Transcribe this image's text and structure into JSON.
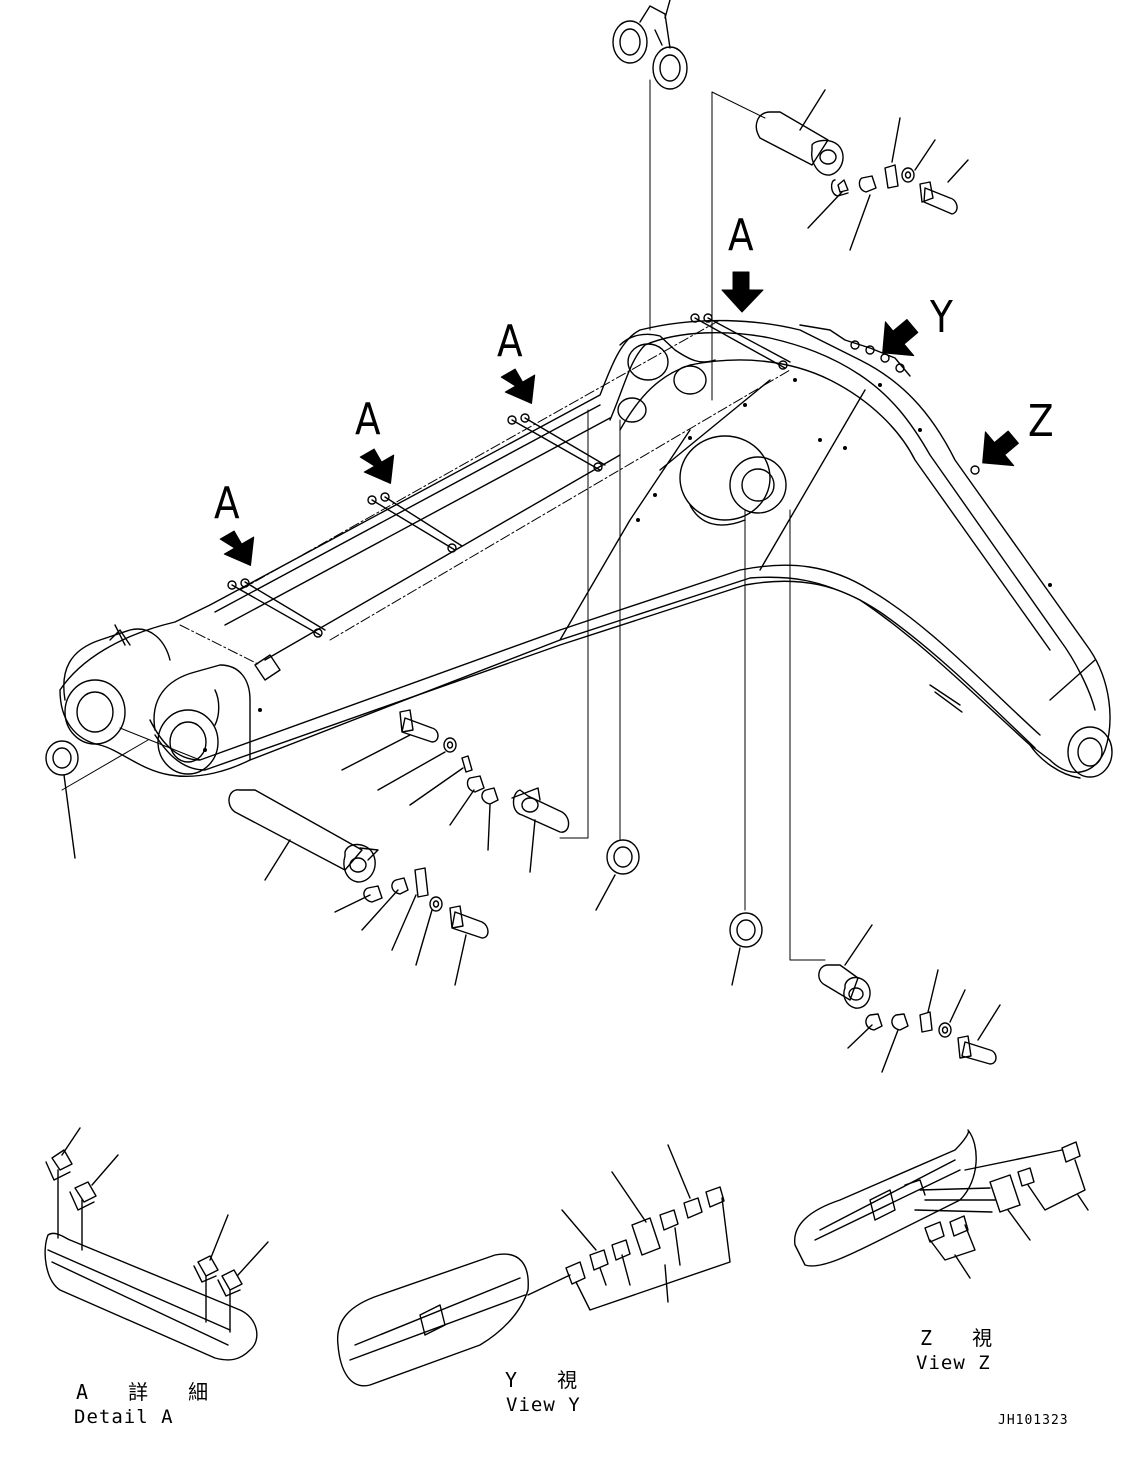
{
  "callouts": {
    "a1": "A",
    "a2": "A",
    "a3": "A",
    "a4": "A",
    "y": "Y",
    "z": "Z"
  },
  "captions": {
    "detail_a_jp": "A 詳 細",
    "detail_a_en": "Detail A",
    "view_y_jp": "Y 視",
    "view_y_en": "View Y",
    "view_z_jp": "Z 視",
    "view_z_en": "View Z"
  },
  "drawing_code": "JH101323",
  "colors": {
    "ink": "#000000",
    "paper": "#ffffff"
  }
}
